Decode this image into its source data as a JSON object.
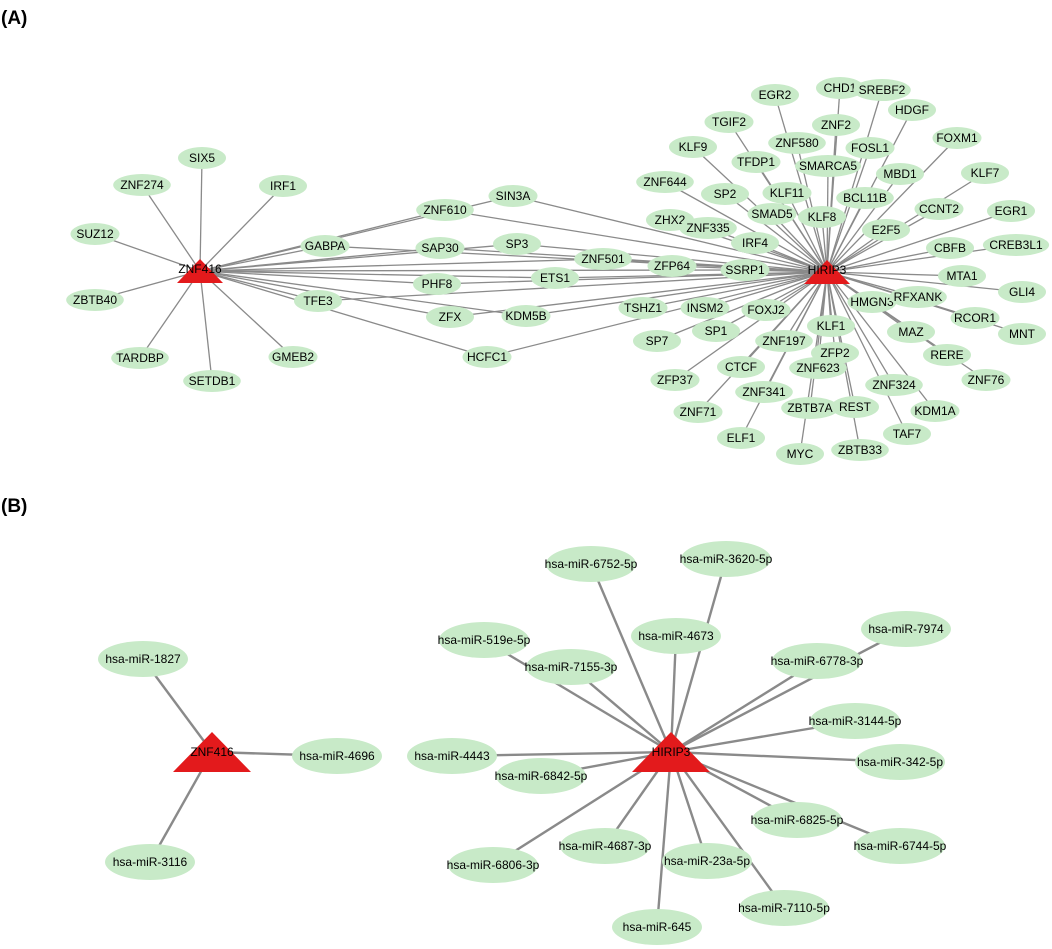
{
  "colors": {
    "node_fill": "#c8eac8",
    "hub_fill": "#e31a1c",
    "edge": "#8a8a8a",
    "text": "#000000"
  },
  "panel_a": {
    "label": "(A)",
    "hubs": [
      "ZNF416",
      "HIRIP3"
    ],
    "nodes": [
      {
        "label": "SIX5",
        "links": [
          0
        ]
      },
      {
        "label": "ZNF274",
        "links": [
          0
        ]
      },
      {
        "label": "IRF1",
        "links": [
          0
        ]
      },
      {
        "label": "SUZ12",
        "links": [
          0
        ]
      },
      {
        "label": "ZBTB40",
        "links": [
          0
        ]
      },
      {
        "label": "TARDBP",
        "links": [
          0
        ]
      },
      {
        "label": "SETDB1",
        "links": [
          0
        ]
      },
      {
        "label": "GMEB2",
        "links": [
          0
        ]
      },
      {
        "label": "GABPA",
        "links": [
          0,
          1
        ]
      },
      {
        "label": "ZNF610",
        "links": [
          0,
          1
        ]
      },
      {
        "label": "SIN3A",
        "links": [
          0,
          1
        ]
      },
      {
        "label": "SAP30",
        "links": [
          0,
          1
        ]
      },
      {
        "label": "SP3",
        "links": [
          0,
          1
        ]
      },
      {
        "label": "PHF8",
        "links": [
          0,
          1
        ]
      },
      {
        "label": "ETS1",
        "links": [
          0,
          1
        ]
      },
      {
        "label": "TFE3",
        "links": [
          0,
          1
        ]
      },
      {
        "label": "ZFX",
        "links": [
          0,
          1
        ]
      },
      {
        "label": "KDM5B",
        "links": [
          0,
          1
        ]
      },
      {
        "label": "HCFC1",
        "links": [
          0,
          1
        ]
      },
      {
        "label": "ZNF501",
        "links": [
          0,
          1
        ]
      },
      {
        "label": "SSRP1",
        "links": [
          0,
          1
        ]
      },
      {
        "label": "EGR2",
        "links": [
          1
        ]
      },
      {
        "label": "CHD1",
        "links": [
          1
        ]
      },
      {
        "label": "SREBF2",
        "links": [
          1
        ]
      },
      {
        "label": "HDGF",
        "links": [
          1
        ]
      },
      {
        "label": "TGIF2",
        "links": [
          1
        ]
      },
      {
        "label": "ZNF2",
        "links": [
          1
        ]
      },
      {
        "label": "ZNF580",
        "links": [
          1
        ]
      },
      {
        "label": "FOSL1",
        "links": [
          1
        ]
      },
      {
        "label": "FOXM1",
        "links": [
          1
        ]
      },
      {
        "label": "KLF9",
        "links": [
          1
        ]
      },
      {
        "label": "TFDP1",
        "links": [
          1
        ]
      },
      {
        "label": "SMARCA5",
        "links": [
          1
        ]
      },
      {
        "label": "MBD1",
        "links": [
          1
        ]
      },
      {
        "label": "KLF7",
        "links": [
          1
        ]
      },
      {
        "label": "ZNF644",
        "links": [
          1
        ]
      },
      {
        "label": "SP2",
        "links": [
          1
        ]
      },
      {
        "label": "KLF11",
        "links": [
          1
        ]
      },
      {
        "label": "BCL11B",
        "links": [
          1
        ]
      },
      {
        "label": "CCNT2",
        "links": [
          1
        ]
      },
      {
        "label": "EGR1",
        "links": [
          1
        ]
      },
      {
        "label": "SMAD5",
        "links": [
          1
        ]
      },
      {
        "label": "KLF8",
        "links": [
          1
        ]
      },
      {
        "label": "ZHX2",
        "links": [
          1
        ]
      },
      {
        "label": "ZNF335",
        "links": [
          1
        ]
      },
      {
        "label": "E2F5",
        "links": [
          1
        ]
      },
      {
        "label": "IRF4",
        "links": [
          1
        ]
      },
      {
        "label": "CBFB",
        "links": [
          1
        ]
      },
      {
        "label": "CREB3L1",
        "links": [
          1
        ]
      },
      {
        "label": "ZFP64",
        "links": [
          1
        ]
      },
      {
        "label": "MTA1",
        "links": [
          1
        ]
      },
      {
        "label": "GLI4",
        "links": [
          1
        ]
      },
      {
        "label": "TSHZ1",
        "links": [
          1
        ]
      },
      {
        "label": "INSM2",
        "links": [
          1
        ]
      },
      {
        "label": "FOXJ2",
        "links": [
          1
        ]
      },
      {
        "label": "HMGN3",
        "links": [
          1
        ]
      },
      {
        "label": "RFXANK",
        "links": [
          1
        ]
      },
      {
        "label": "RCOR1",
        "links": [
          1
        ]
      },
      {
        "label": "MNT",
        "links": [
          1
        ]
      },
      {
        "label": "SP7",
        "links": [
          1
        ]
      },
      {
        "label": "SP1",
        "links": [
          1
        ]
      },
      {
        "label": "ZNF197",
        "links": [
          1
        ]
      },
      {
        "label": "KLF1",
        "links": [
          1
        ]
      },
      {
        "label": "MAZ",
        "links": [
          1
        ]
      },
      {
        "label": "CTCF",
        "links": [
          1
        ]
      },
      {
        "label": "ZFP2",
        "links": [
          1
        ]
      },
      {
        "label": "RERE",
        "links": [
          1
        ]
      },
      {
        "label": "ZFP37",
        "links": [
          1
        ]
      },
      {
        "label": "ZNF623",
        "links": [
          1
        ]
      },
      {
        "label": "ZNF76",
        "links": [
          1
        ]
      },
      {
        "label": "ZNF341",
        "links": [
          1
        ]
      },
      {
        "label": "ZNF324",
        "links": [
          1
        ]
      },
      {
        "label": "ZNF71",
        "links": [
          1
        ]
      },
      {
        "label": "ZBTB7A",
        "links": [
          1
        ]
      },
      {
        "label": "REST",
        "links": [
          1
        ]
      },
      {
        "label": "KDM1A",
        "links": [
          1
        ]
      },
      {
        "label": "ELF1",
        "links": [
          1
        ]
      },
      {
        "label": "TAF7",
        "links": [
          1
        ]
      },
      {
        "label": "MYC",
        "links": [
          1
        ]
      },
      {
        "label": "ZBTB33",
        "links": [
          1
        ]
      }
    ]
  },
  "panel_b": {
    "label": "(B)",
    "hubs": [
      "ZNF416",
      "HIRIP3"
    ],
    "nodes": [
      {
        "label": "hsa-miR-1827",
        "links": [
          0
        ]
      },
      {
        "label": "hsa-miR-4696",
        "links": [
          0
        ]
      },
      {
        "label": "hsa-miR-3116",
        "links": [
          0
        ]
      },
      {
        "label": "hsa-miR-6752-5p",
        "links": [
          1
        ]
      },
      {
        "label": "hsa-miR-3620-5p",
        "links": [
          1
        ]
      },
      {
        "label": "hsa-miR-7974",
        "links": [
          1
        ]
      },
      {
        "label": "hsa-miR-519e-5p",
        "links": [
          1
        ]
      },
      {
        "label": "hsa-miR-4673",
        "links": [
          1
        ]
      },
      {
        "label": "hsa-miR-7155-3p",
        "links": [
          1
        ]
      },
      {
        "label": "hsa-miR-6778-3p",
        "links": [
          1
        ]
      },
      {
        "label": "hsa-miR-3144-5p",
        "links": [
          1
        ]
      },
      {
        "label": "hsa-miR-4443",
        "links": [
          1
        ]
      },
      {
        "label": "hsa-miR-342-5p",
        "links": [
          1
        ]
      },
      {
        "label": "hsa-miR-6842-5p",
        "links": [
          1
        ]
      },
      {
        "label": "hsa-miR-6825-5p",
        "links": [
          1
        ]
      },
      {
        "label": "hsa-miR-6744-5p",
        "links": [
          1
        ]
      },
      {
        "label": "hsa-miR-4687-3p",
        "links": [
          1
        ]
      },
      {
        "label": "hsa-miR-23a-5p",
        "links": [
          1
        ]
      },
      {
        "label": "hsa-miR-6806-3p",
        "links": [
          1
        ]
      },
      {
        "label": "hsa-miR-7110-5p",
        "links": [
          1
        ]
      },
      {
        "label": "hsa-miR-645",
        "links": [
          1
        ]
      }
    ]
  }
}
